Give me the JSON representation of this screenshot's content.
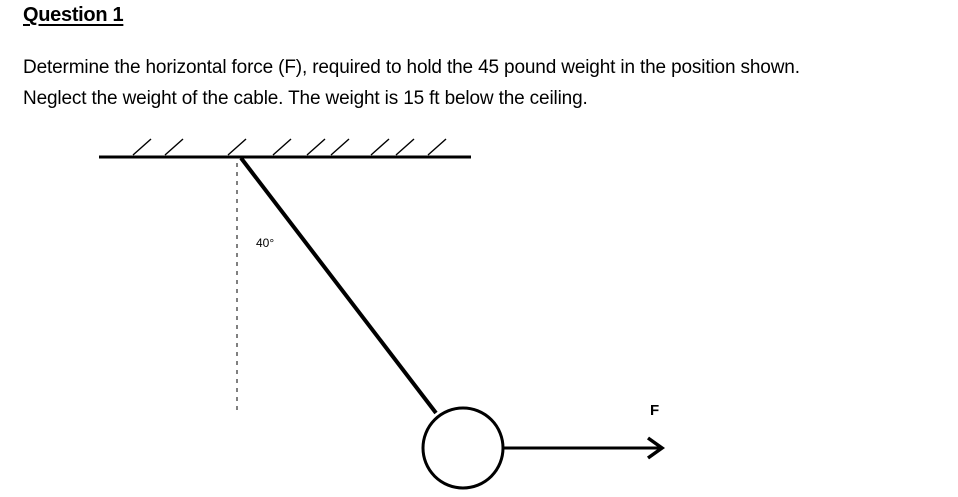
{
  "question": {
    "heading": "Question 1",
    "lines": [
      "Determine the horizontal force (F), required to hold the 45 pound weight in the position shown.",
      "Neglect the weight of the cable. The weight is 15 ft below the ceiling."
    ]
  },
  "figure": {
    "angle_label": "40°",
    "force_label": "F"
  }
}
